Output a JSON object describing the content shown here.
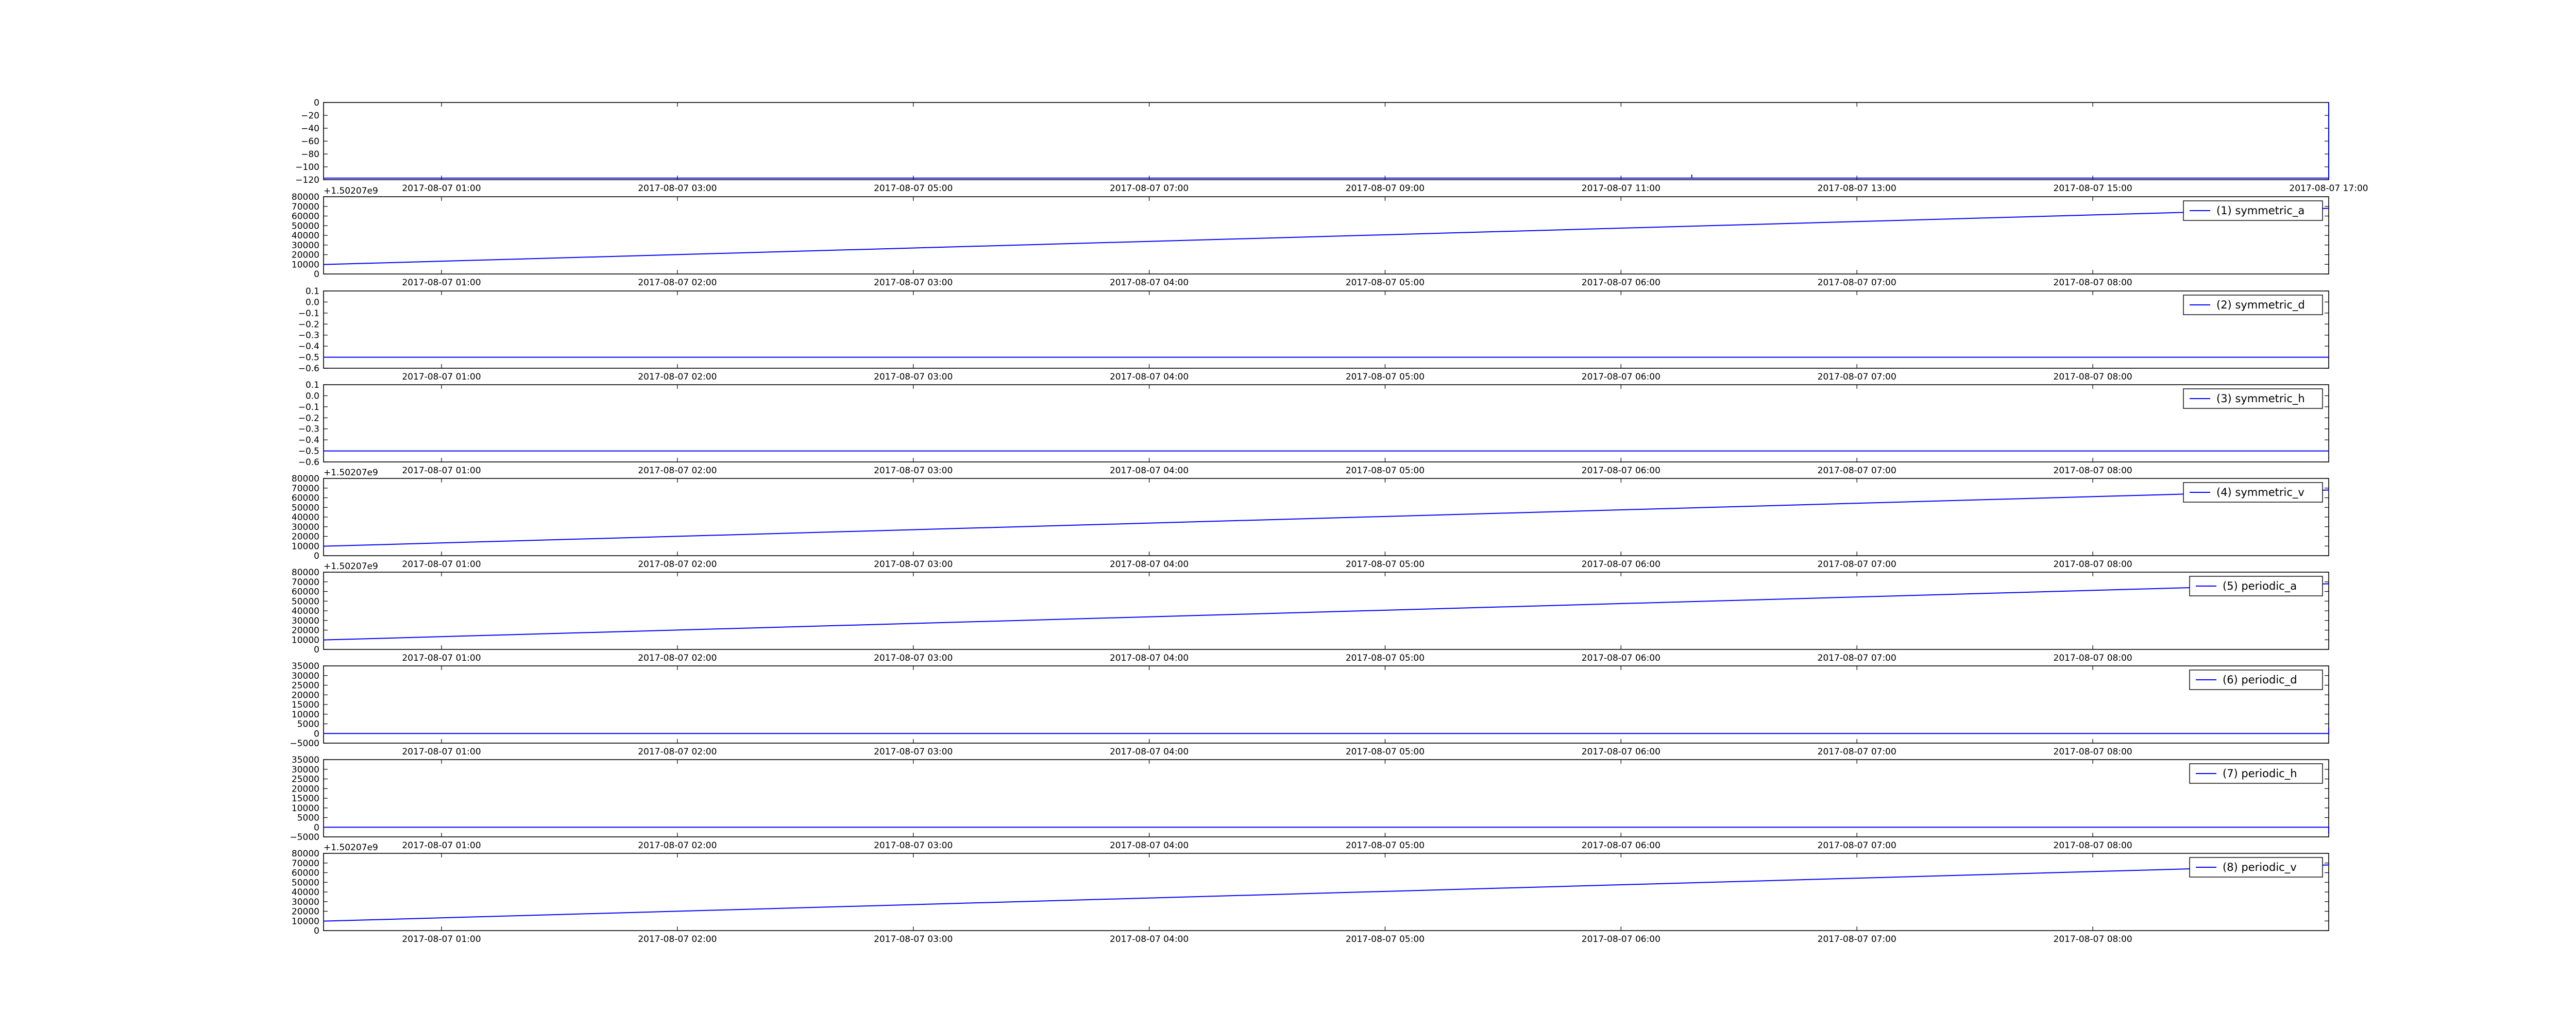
{
  "colors": {
    "line": "#0000ff",
    "axes": "#000000",
    "background": "#ffffff"
  },
  "chart_data": [
    {
      "type": "line",
      "ylim": [
        -120,
        0
      ],
      "yticks": [
        0,
        -20,
        -40,
        -60,
        -80,
        -100,
        -120
      ],
      "ytick_labels": [
        "0",
        "−20",
        "−40",
        "−60",
        "−80",
        "−100",
        "−120"
      ],
      "xlim": [
        0,
        17
      ],
      "xticks": [
        1,
        3,
        5,
        7,
        9,
        11,
        13,
        15,
        17
      ],
      "xtick_labels": [
        "2017-08-07 01:00",
        "2017-08-07 03:00",
        "2017-08-07 05:00",
        "2017-08-07 07:00",
        "2017-08-07 09:00",
        "2017-08-07 11:00",
        "2017-08-07 13:00",
        "2017-08-07 15:00",
        "2017-08-07 17:00"
      ],
      "offset_label": "",
      "legend": "",
      "series": [
        {
          "x": [
            0,
            11.6,
            11.6,
            11.6,
            11.6,
            17,
            17,
            17
          ],
          "y": [
            -117.5,
            -117.5,
            -112,
            -117.5,
            -117.5,
            -117.5,
            0,
            -117.5
          ]
        }
      ]
    },
    {
      "type": "line",
      "ylim": [
        0,
        80000
      ],
      "yticks": [
        0,
        10000,
        20000,
        30000,
        40000,
        50000,
        60000,
        70000,
        80000
      ],
      "ytick_labels": [
        "0",
        "10000",
        "20000",
        "30000",
        "40000",
        "50000",
        "60000",
        "70000",
        "80000"
      ],
      "xlim": [
        0,
        8.5
      ],
      "xticks": [
        0.5,
        1.5,
        2.5,
        3.5,
        4.5,
        5.5,
        6.5,
        7.5
      ],
      "xtick_labels": [
        "2017-08-07 01:00",
        "2017-08-07 02:00",
        "2017-08-07 03:00",
        "2017-08-07 04:00",
        "2017-08-07 05:00",
        "2017-08-07 06:00",
        "2017-08-07 07:00",
        "2017-08-07 08:00"
      ],
      "offset_label": "+1.50207e9",
      "legend": "(1) symmetric_a",
      "series": [
        {
          "x": [
            0,
            8.5
          ],
          "y": [
            9800,
            68000
          ]
        }
      ]
    },
    {
      "type": "line",
      "ylim": [
        -0.6,
        0.1
      ],
      "yticks": [
        0.1,
        0.0,
        -0.1,
        -0.2,
        -0.3,
        -0.4,
        -0.5,
        -0.6
      ],
      "ytick_labels": [
        "0.1",
        "0.0",
        "−0.1",
        "−0.2",
        "−0.3",
        "−0.4",
        "−0.5",
        "−0.6"
      ],
      "xlim": [
        0,
        8.5
      ],
      "xticks": [
        0.5,
        1.5,
        2.5,
        3.5,
        4.5,
        5.5,
        6.5,
        7.5
      ],
      "xtick_labels": [
        "2017-08-07 01:00",
        "2017-08-07 02:00",
        "2017-08-07 03:00",
        "2017-08-07 04:00",
        "2017-08-07 05:00",
        "2017-08-07 06:00",
        "2017-08-07 07:00",
        "2017-08-07 08:00"
      ],
      "offset_label": "",
      "legend": "(2) symmetric_d",
      "series": [
        {
          "x": [
            0,
            8.5
          ],
          "y": [
            -0.5,
            -0.5
          ]
        }
      ]
    },
    {
      "type": "line",
      "ylim": [
        -0.6,
        0.1
      ],
      "yticks": [
        0.1,
        0.0,
        -0.1,
        -0.2,
        -0.3,
        -0.4,
        -0.5,
        -0.6
      ],
      "ytick_labels": [
        "0.1",
        "0.0",
        "−0.1",
        "−0.2",
        "−0.3",
        "−0.4",
        "−0.5",
        "−0.6"
      ],
      "xlim": [
        0,
        8.5
      ],
      "xticks": [
        0.5,
        1.5,
        2.5,
        3.5,
        4.5,
        5.5,
        6.5,
        7.5
      ],
      "xtick_labels": [
        "2017-08-07 01:00",
        "2017-08-07 02:00",
        "2017-08-07 03:00",
        "2017-08-07 04:00",
        "2017-08-07 05:00",
        "2017-08-07 06:00",
        "2017-08-07 07:00",
        "2017-08-07 08:00"
      ],
      "offset_label": "",
      "legend": "(3) symmetric_h",
      "series": [
        {
          "x": [
            0,
            8.5
          ],
          "y": [
            -0.5,
            -0.5
          ]
        }
      ]
    },
    {
      "type": "line",
      "ylim": [
        0,
        80000
      ],
      "yticks": [
        0,
        10000,
        20000,
        30000,
        40000,
        50000,
        60000,
        70000,
        80000
      ],
      "ytick_labels": [
        "0",
        "10000",
        "20000",
        "30000",
        "40000",
        "50000",
        "60000",
        "70000",
        "80000"
      ],
      "xlim": [
        0,
        8.5
      ],
      "xticks": [
        0.5,
        1.5,
        2.5,
        3.5,
        4.5,
        5.5,
        6.5,
        7.5
      ],
      "xtick_labels": [
        "2017-08-07 01:00",
        "2017-08-07 02:00",
        "2017-08-07 03:00",
        "2017-08-07 04:00",
        "2017-08-07 05:00",
        "2017-08-07 06:00",
        "2017-08-07 07:00",
        "2017-08-07 08:00"
      ],
      "offset_label": "+1.50207e9",
      "legend": "(4) symmetric_v",
      "series": [
        {
          "x": [
            0,
            8.5
          ],
          "y": [
            9800,
            68000
          ]
        }
      ]
    },
    {
      "type": "line",
      "ylim": [
        0,
        80000
      ],
      "yticks": [
        0,
        10000,
        20000,
        30000,
        40000,
        50000,
        60000,
        70000,
        80000
      ],
      "ytick_labels": [
        "0",
        "10000",
        "20000",
        "30000",
        "40000",
        "50000",
        "60000",
        "70000",
        "80000"
      ],
      "xlim": [
        0,
        8.5
      ],
      "xticks": [
        0.5,
        1.5,
        2.5,
        3.5,
        4.5,
        5.5,
        6.5,
        7.5
      ],
      "xtick_labels": [
        "2017-08-07 01:00",
        "2017-08-07 02:00",
        "2017-08-07 03:00",
        "2017-08-07 04:00",
        "2017-08-07 05:00",
        "2017-08-07 06:00",
        "2017-08-07 07:00",
        "2017-08-07 08:00"
      ],
      "offset_label": "+1.50207e9",
      "legend": "(5) periodic_a",
      "series": [
        {
          "x": [
            0,
            8.5
          ],
          "y": [
            9800,
            68000
          ]
        }
      ]
    },
    {
      "type": "line",
      "ylim": [
        -5000,
        35000
      ],
      "yticks": [
        35000,
        30000,
        25000,
        20000,
        15000,
        10000,
        5000,
        0,
        -5000
      ],
      "ytick_labels": [
        "35000",
        "30000",
        "25000",
        "20000",
        "15000",
        "10000",
        "5000",
        "0",
        "−5000"
      ],
      "xlim": [
        0,
        8.5
      ],
      "xticks": [
        0.5,
        1.5,
        2.5,
        3.5,
        4.5,
        5.5,
        6.5,
        7.5
      ],
      "xtick_labels": [
        "2017-08-07 01:00",
        "2017-08-07 02:00",
        "2017-08-07 03:00",
        "2017-08-07 04:00",
        "2017-08-07 05:00",
        "2017-08-07 06:00",
        "2017-08-07 07:00",
        "2017-08-07 08:00"
      ],
      "offset_label": "",
      "legend": "(6) periodic_d",
      "series": [
        {
          "x": [
            0,
            8.5,
            8.5,
            8.5
          ],
          "y": [
            0,
            0,
            3000,
            0
          ]
        }
      ]
    },
    {
      "type": "line",
      "ylim": [
        -5000,
        35000
      ],
      "yticks": [
        35000,
        30000,
        25000,
        20000,
        15000,
        10000,
        5000,
        0,
        -5000
      ],
      "ytick_labels": [
        "35000",
        "30000",
        "25000",
        "20000",
        "15000",
        "10000",
        "5000",
        "0",
        "−5000"
      ],
      "xlim": [
        0,
        8.5
      ],
      "xticks": [
        0.5,
        1.5,
        2.5,
        3.5,
        4.5,
        5.5,
        6.5,
        7.5
      ],
      "xtick_labels": [
        "2017-08-07 01:00",
        "2017-08-07 02:00",
        "2017-08-07 03:00",
        "2017-08-07 04:00",
        "2017-08-07 05:00",
        "2017-08-07 06:00",
        "2017-08-07 07:00",
        "2017-08-07 08:00"
      ],
      "offset_label": "",
      "legend": "(7) periodic_h",
      "series": [
        {
          "x": [
            0,
            8.5,
            8.5,
            8.5
          ],
          "y": [
            0,
            0,
            -3500,
            0
          ]
        }
      ]
    },
    {
      "type": "line",
      "ylim": [
        0,
        80000
      ],
      "yticks": [
        0,
        10000,
        20000,
        30000,
        40000,
        50000,
        60000,
        70000,
        80000
      ],
      "ytick_labels": [
        "0",
        "10000",
        "20000",
        "30000",
        "40000",
        "50000",
        "60000",
        "70000",
        "80000"
      ],
      "xlim": [
        0,
        8.5
      ],
      "xticks": [
        0.5,
        1.5,
        2.5,
        3.5,
        4.5,
        5.5,
        6.5,
        7.5
      ],
      "xtick_labels": [
        "2017-08-07 01:00",
        "2017-08-07 02:00",
        "2017-08-07 03:00",
        "2017-08-07 04:00",
        "2017-08-07 05:00",
        "2017-08-07 06:00",
        "2017-08-07 07:00",
        "2017-08-07 08:00"
      ],
      "offset_label": "+1.50207e9",
      "legend": "(8) periodic_v",
      "series": [
        {
          "x": [
            0,
            8.5
          ],
          "y": [
            9800,
            68000
          ]
        }
      ]
    }
  ]
}
